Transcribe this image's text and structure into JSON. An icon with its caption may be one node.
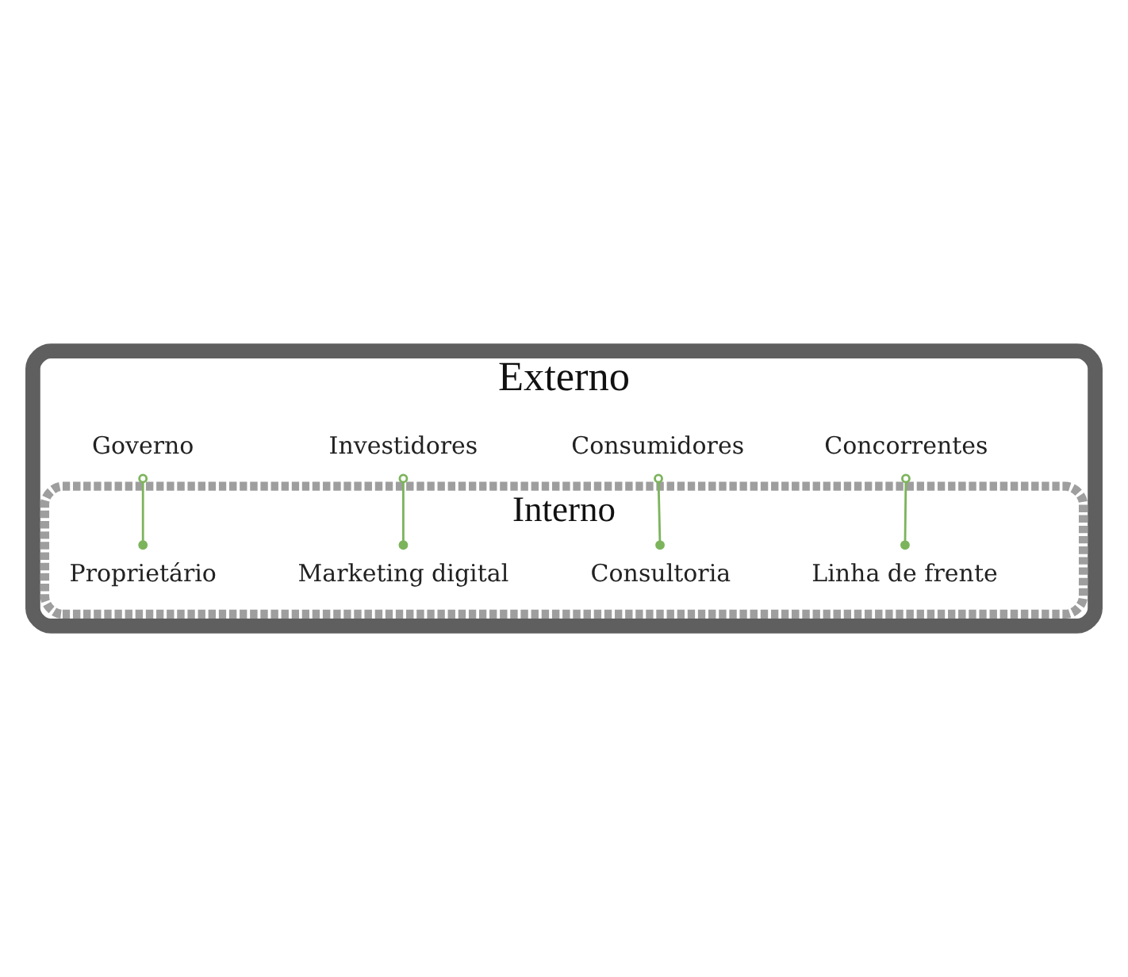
{
  "diagram": {
    "nodes": [
      {
        "text": [
          "Externo"
        ]
      },
      {
        "text": [
          "Concorrentes"
        ],
        "in": 0
      },
      {
        "text": [
          "Consumidores"
        ],
        "in": 0
      },
      {
        "text": [
          "Interno"
        ],
        "in": 0
      },
      {
        "text": [
          "Linha de frente"
        ],
        "in": 3
      },
      {
        "text": [
          "Consultoria"
        ],
        "in": 3
      },
      {
        "text": [
          "Proprietário"
        ],
        "in": 3
      },
      {
        "text": [
          "Marketing digital"
        ],
        "in": 3
      },
      {
        "text": [
          "Investidores"
        ],
        "in": 0
      },
      {
        "text": [
          "Governo"
        ],
        "in": 0
      }
    ],
    "edges": [
      {
        "from": 1,
        "to": 4,
        "arrow": "other"
      },
      {
        "from": 2,
        "to": 5,
        "arrow": "other"
      },
      {
        "from": 8,
        "to": 7,
        "arrow": "other"
      },
      {
        "from": 9,
        "to": 6,
        "arrow": "other"
      }
    ]
  }
}
